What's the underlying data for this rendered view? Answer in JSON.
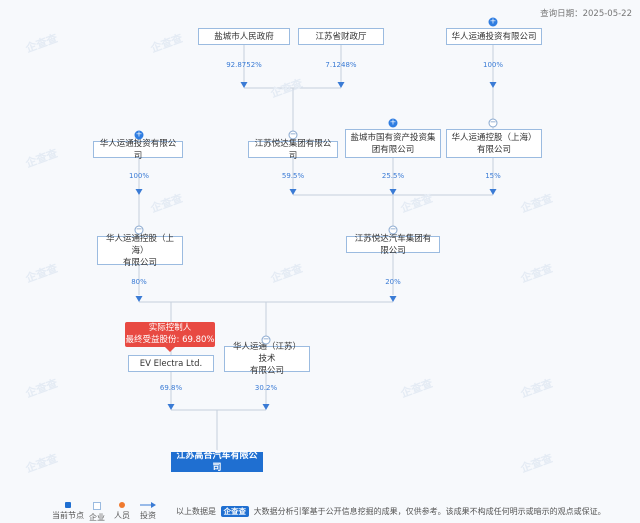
{
  "header": {
    "query_date": "查询日期：2025-05-22"
  },
  "watermark": "企查查",
  "nodes": {
    "yancheng_gov": "盐城市人民政府",
    "jiangsu_finance": "江苏省财政厅",
    "huaren_invest_top": "华人运通投资有限公司",
    "huaren_invest_left": "华人运通投资有限公司",
    "yueda_group": "江苏悦达集团有限公司",
    "yancheng_sasac": "盐城市国有资产投资集\n团有限公司",
    "huaren_shanghai_right": "华人运通控股（上海）\n有限公司",
    "huaren_shanghai_left": "华人运通控股（上海）\n有限公司",
    "yueda_auto": "江苏悦达汽车集团有限公司",
    "ev_electra": "EV Electra Ltd.",
    "huaren_jiangsu": "华人运通（江苏）技术\n有限公司",
    "target": "江苏高合汽车有限公司"
  },
  "percentages": {
    "gov_to_yueda": "92.8752%",
    "finance_to_yueda": "7.1248%",
    "invest_to_shanghai_right": "100%",
    "invest_to_shanghai_left": "100%",
    "yueda_to_auto": "59.5%",
    "sasac_to_auto": "25.5%",
    "shanghai_right_to_auto": "15%",
    "shanghai_left_to_ev": "80%",
    "auto_to_ev": "20%",
    "ev_to_target": "69.8%",
    "jiangsu_to_target": "30.2%"
  },
  "controller_badge": {
    "line1": "实际控制人",
    "line2": "最终受益股份: 69.80%"
  },
  "legend": {
    "current_node": "当前节点",
    "company": "企业",
    "person": "人员",
    "investment": "投资"
  },
  "footer": {
    "prefix": "以上数据是",
    "brand": "企查查",
    "disclaimer": "大数据分析引擎基于公开信息挖掘的成果，仅供参考。该成果不构成任何明示或暗示的观点或保证。"
  },
  "colors": {
    "target": "#1f6fd1",
    "line": "#c5cfdc",
    "arrow": "#3a7bd5",
    "badge": "#e84a42"
  }
}
